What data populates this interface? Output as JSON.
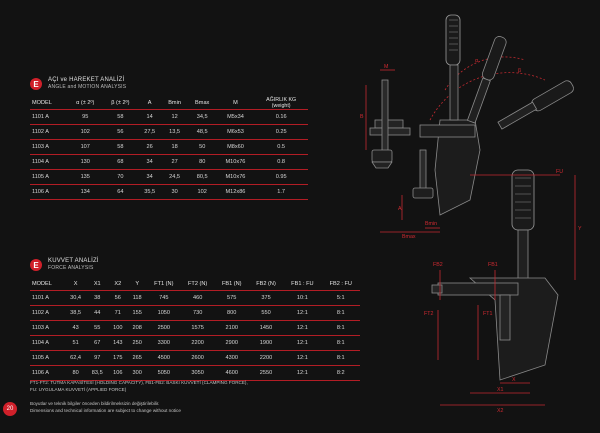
{
  "angle_section": {
    "title_tr": "AÇI ve HAREKET ANALİZİ",
    "title_en": "ANGLE and MOTION ANALYSIS",
    "headers": [
      "MODEL",
      "α (± 2º)",
      "β (± 2º)",
      "A",
      "Bmin",
      "Bmax",
      "M",
      "AĞIRLIK KG",
      "(weight)"
    ],
    "rows": [
      [
        "1101 A",
        "95",
        "58",
        "14",
        "12",
        "34,5",
        "M5x34",
        "0.16"
      ],
      [
        "1102 A",
        "102",
        "56",
        "27,5",
        "13,5",
        "48,5",
        "M6x53",
        "0.25"
      ],
      [
        "1103 A",
        "107",
        "58",
        "26",
        "18",
        "50",
        "M8x60",
        "0.5"
      ],
      [
        "1104 A",
        "130",
        "68",
        "34",
        "27",
        "80",
        "M10x76",
        "0.8"
      ],
      [
        "1105 A",
        "135",
        "70",
        "34",
        "24,5",
        "80,5",
        "M10x76",
        "0.95"
      ],
      [
        "1106 A",
        "134",
        "64",
        "35,5",
        "30",
        "102",
        "M12x86",
        "1.7"
      ]
    ]
  },
  "force_section": {
    "title_tr": "KUVVET ANALİZİ",
    "title_en": "FORCE ANALYSIS",
    "headers": [
      "MODEL",
      "X",
      "X1",
      "X2",
      "Y",
      "FT1 (N)",
      "FT2 (N)",
      "FB1 (N)",
      "FB2 (N)",
      "FB1 : FU",
      "FB2 : FU"
    ],
    "rows": [
      [
        "1101 A",
        "30,4",
        "38",
        "56",
        "118",
        "745",
        "460",
        "575",
        "375",
        "10:1",
        "5:1"
      ],
      [
        "1102 A",
        "38,5",
        "44",
        "71",
        "155",
        "1050",
        "730",
        "800",
        "550",
        "12:1",
        "8:1"
      ],
      [
        "1103 A",
        "43",
        "55",
        "100",
        "208",
        "2500",
        "1575",
        "2100",
        "1450",
        "12:1",
        "8:1"
      ],
      [
        "1104 A",
        "51",
        "67",
        "143",
        "250",
        "3300",
        "2200",
        "2900",
        "1900",
        "12:1",
        "8:1"
      ],
      [
        "1105 A",
        "62,4",
        "97",
        "175",
        "265",
        "4500",
        "2600",
        "4300",
        "2200",
        "12:1",
        "8:1"
      ],
      [
        "1106 A",
        "80",
        "83,5",
        "106",
        "300",
        "5050",
        "3050",
        "4600",
        "2550",
        "12:1",
        "8:2"
      ]
    ]
  },
  "notes": {
    "line1": "FT1-FT2: TUTMA KAPASİTESİ (HOLDING CAPACITY), FB1-FB2: BASKI KUVVETİ (CLAMPING FORCE),",
    "line2": "FU: UYGULAMA KUVVETİ (APPLIED FORCE)",
    "line3": "Boyutlar ve teknik bilgiler önceden bildirilmeksizin değiştirilebilir.",
    "line4": "Dimensions and technical information are subject to change without notice"
  },
  "page_number": "20",
  "logo_letter": "E",
  "drawing_labels": {
    "m": "M",
    "b": "B",
    "a": "A",
    "bmax": "Bmax",
    "bmin": "Bmin",
    "alpha": "α",
    "beta": "β",
    "fu": "FU",
    "fb2": "FB2",
    "fb1": "FB1",
    "ft2": "FT2",
    "ft1": "FT1",
    "x": "X",
    "x1": "X1",
    "x2": "X2",
    "y": "Y"
  },
  "colors": {
    "accent": "#d0202a",
    "background": "#121212"
  }
}
